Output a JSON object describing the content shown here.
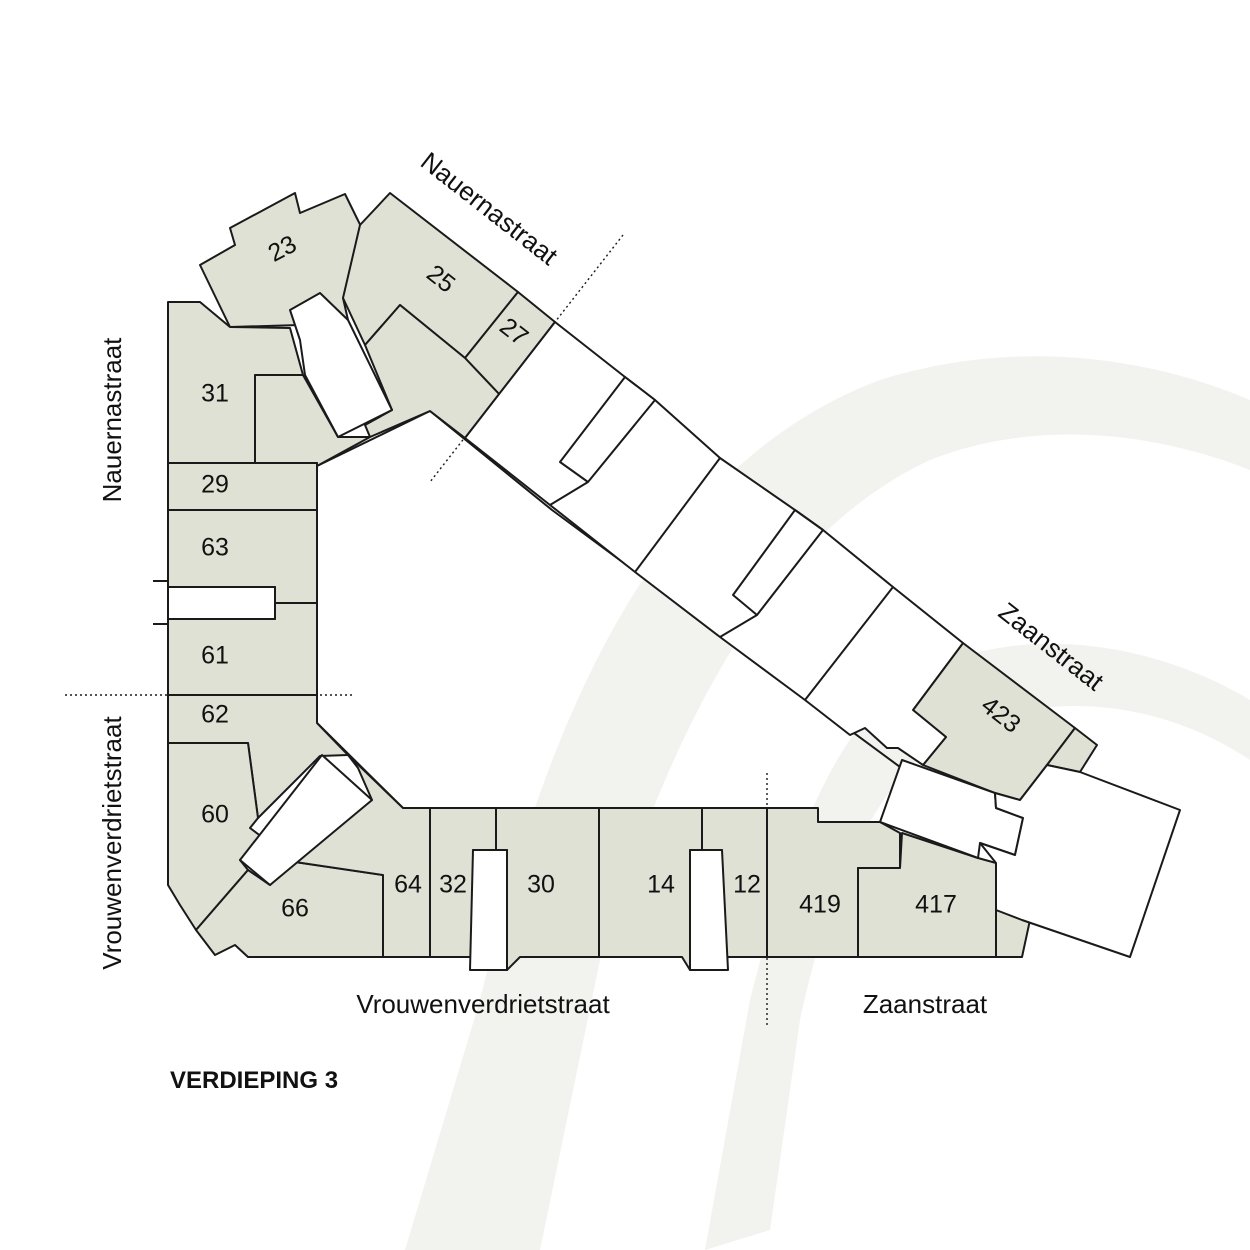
{
  "floor_label": "VERDIEPING 3",
  "colors": {
    "unit_fill": "#e0e1d5",
    "outline": "#1a1a1a",
    "watermark": "#f2f3ee"
  },
  "streets": [
    {
      "id": "nauernastraat-top",
      "label": "Nauernastraat"
    },
    {
      "id": "nauernastraat-left",
      "label": "Nauernastraat"
    },
    {
      "id": "zaanstraat-right",
      "label": "Zaanstraat"
    },
    {
      "id": "vrouwenverdrietstraat-left",
      "label": "Vrouwenverdrietstraat"
    },
    {
      "id": "vrouwenverdrietstraat-bottom",
      "label": "Vrouwenverdrietstraat"
    },
    {
      "id": "zaanstraat-bottom",
      "label": "Zaanstraat"
    }
  ],
  "units": [
    {
      "id": "23",
      "label": "23"
    },
    {
      "id": "25",
      "label": "25"
    },
    {
      "id": "27",
      "label": "27"
    },
    {
      "id": "31",
      "label": "31"
    },
    {
      "id": "29",
      "label": "29"
    },
    {
      "id": "63",
      "label": "63"
    },
    {
      "id": "61",
      "label": "61"
    },
    {
      "id": "62",
      "label": "62"
    },
    {
      "id": "60",
      "label": "60"
    },
    {
      "id": "66",
      "label": "66"
    },
    {
      "id": "64",
      "label": "64"
    },
    {
      "id": "32",
      "label": "32"
    },
    {
      "id": "30",
      "label": "30"
    },
    {
      "id": "14",
      "label": "14"
    },
    {
      "id": "12",
      "label": "12"
    },
    {
      "id": "419",
      "label": "419"
    },
    {
      "id": "417",
      "label": "417"
    },
    {
      "id": "423",
      "label": "423"
    }
  ]
}
